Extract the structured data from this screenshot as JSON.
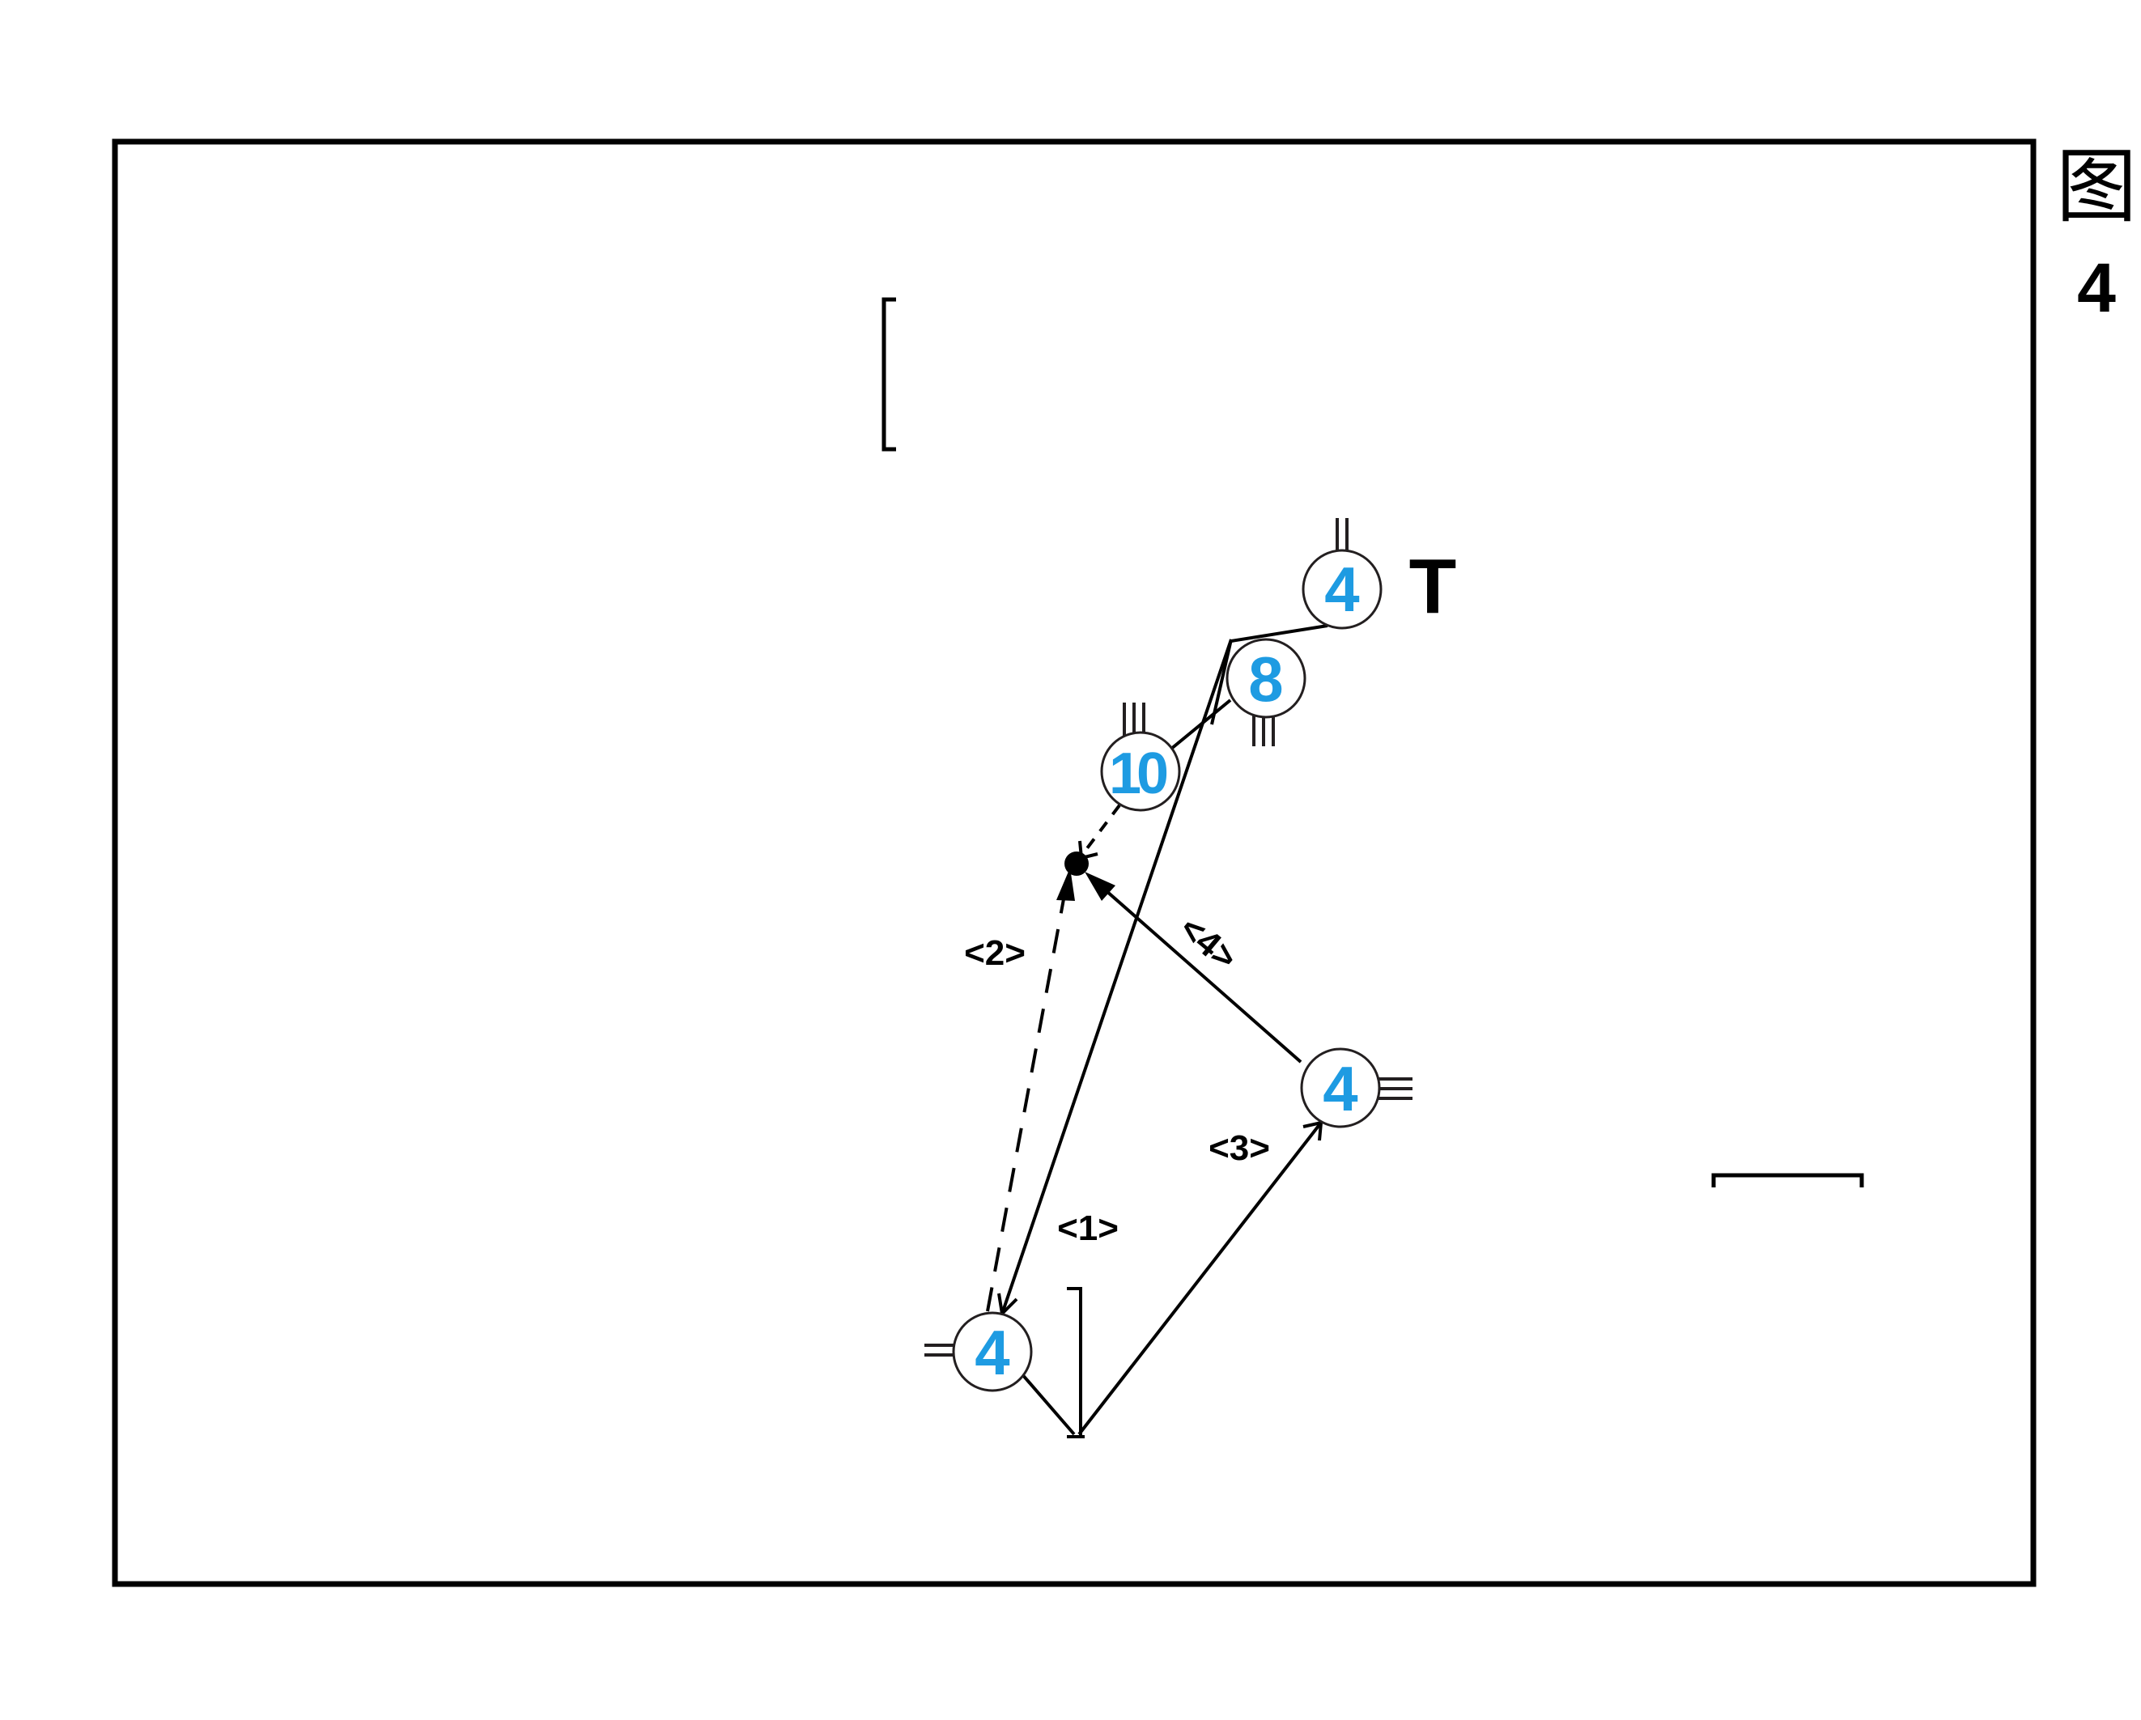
{
  "figure": {
    "title_char": "图",
    "title_number": "4"
  },
  "players": [
    {
      "id": "top",
      "number": "4"
    },
    {
      "id": "mid",
      "number": "8"
    },
    {
      "id": "left",
      "number": "10"
    },
    {
      "id": "right",
      "number": "4"
    },
    {
      "id": "bottom",
      "number": "4"
    }
  ],
  "marker": {
    "text": "T"
  },
  "steps": [
    "<1>",
    "<2>",
    "<3>",
    "<4>"
  ]
}
